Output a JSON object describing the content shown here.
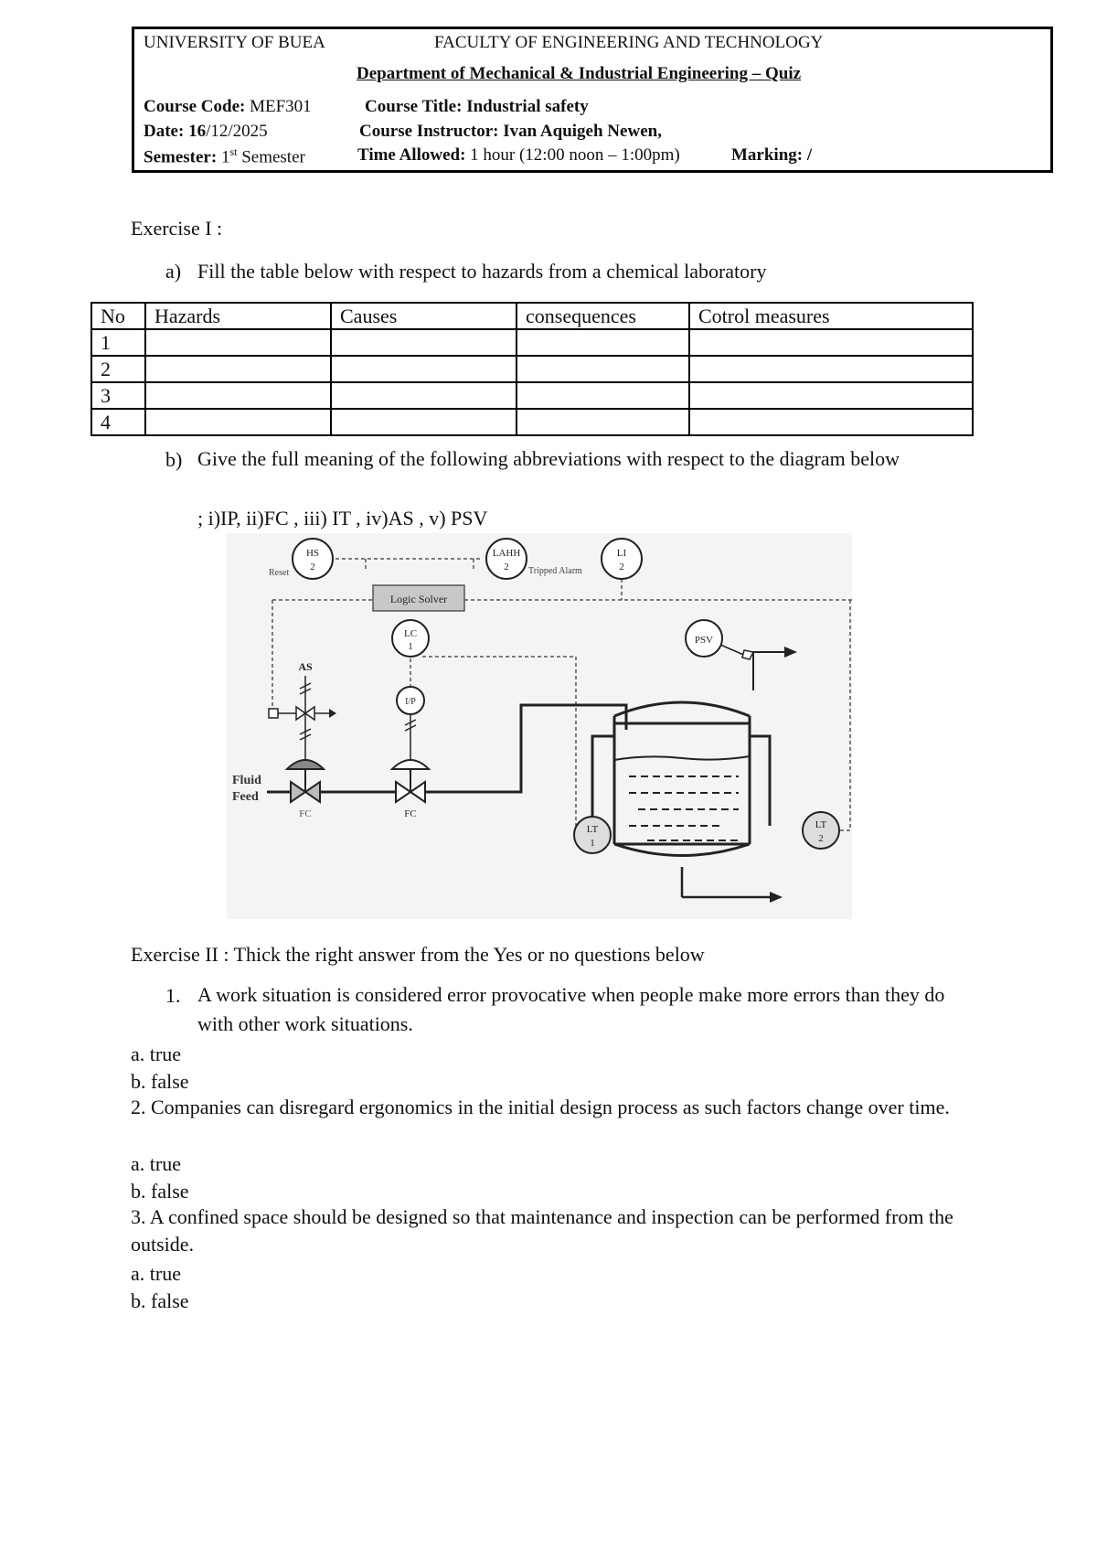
{
  "header": {
    "university": "UNIVERSITY OF BUEA",
    "faculty": "FACULTY OF ENGINEERING AND TECHNOLOGY",
    "department": "Department of Mechanical & Industrial Engineering – Quiz",
    "course_code_label": "Course Code:",
    "course_code": "MEF301",
    "course_title_label": "Course Title:",
    "course_title": "Industrial safety",
    "date_label": "Date:",
    "date_day": "16",
    "date_rest": "/12/2025",
    "instructor_label": "Course Instructor:",
    "instructor": "Ivan Aquigeh Newen,",
    "semester_label": "Semester:",
    "semester_num": "1",
    "semester_sup": "st",
    "semester_word": "Semester",
    "time_label": "Time Allowed:",
    "time_value": "1 hour (12:00 noon – 1:00pm)",
    "marking_label": "Marking: /"
  },
  "exercise1": {
    "title": "Exercise I :",
    "a_marker": "a)",
    "a_text": "Fill the table below with respect to hazards from a chemical laboratory",
    "table": {
      "headers": [
        "No",
        "Hazards",
        "Causes",
        "consequences",
        "Cotrol measures"
      ],
      "rows": [
        "1",
        "2",
        "3",
        "4"
      ]
    },
    "b_marker": "b)",
    "b_text": "Give the full meaning of the following abbreviations with respect to the diagram below",
    "b_list": "; i)IP, ii)FC , iii) IT , iv)AS , v) PSV"
  },
  "diagram": {
    "hs_top": "HS",
    "hs_num": "2",
    "reset": "Reset",
    "lahh_top": "LAHH",
    "lahh_num": "2",
    "tripped_alarm": "Tripped Alarm",
    "li_top": "LI",
    "li_num": "2",
    "logic_solver": "Logic Solver",
    "psv": "PSV",
    "as": "AS",
    "lc_top": "LC",
    "lc_num": "1",
    "ip": "I/P",
    "fluid": "Fluid",
    "feed": "Feed",
    "fc1": "FC",
    "fc2": "FC",
    "lt1_top": "LT",
    "lt1_num": "1",
    "lt2_top": "LT",
    "lt2_num": "2"
  },
  "exercise2": {
    "title": "Exercise II : Thick the right answer from the Yes or no questions below",
    "q1_marker": "1.",
    "q1_text": "A work situation is considered error provocative when people make more errors than they do with other work situations.",
    "q1_a": "a. true",
    "q1_b": "b. false",
    "q2_text": "2. Companies can disregard ergonomics in the initial design process as such factors change over time.",
    "q2_a": "a. true",
    "q2_b": "b. false",
    "q3_text": "3. A confined space should be designed so that maintenance and inspection can be performed from the outside.",
    "q3_a": "a. true",
    "q3_b": "b. false"
  }
}
